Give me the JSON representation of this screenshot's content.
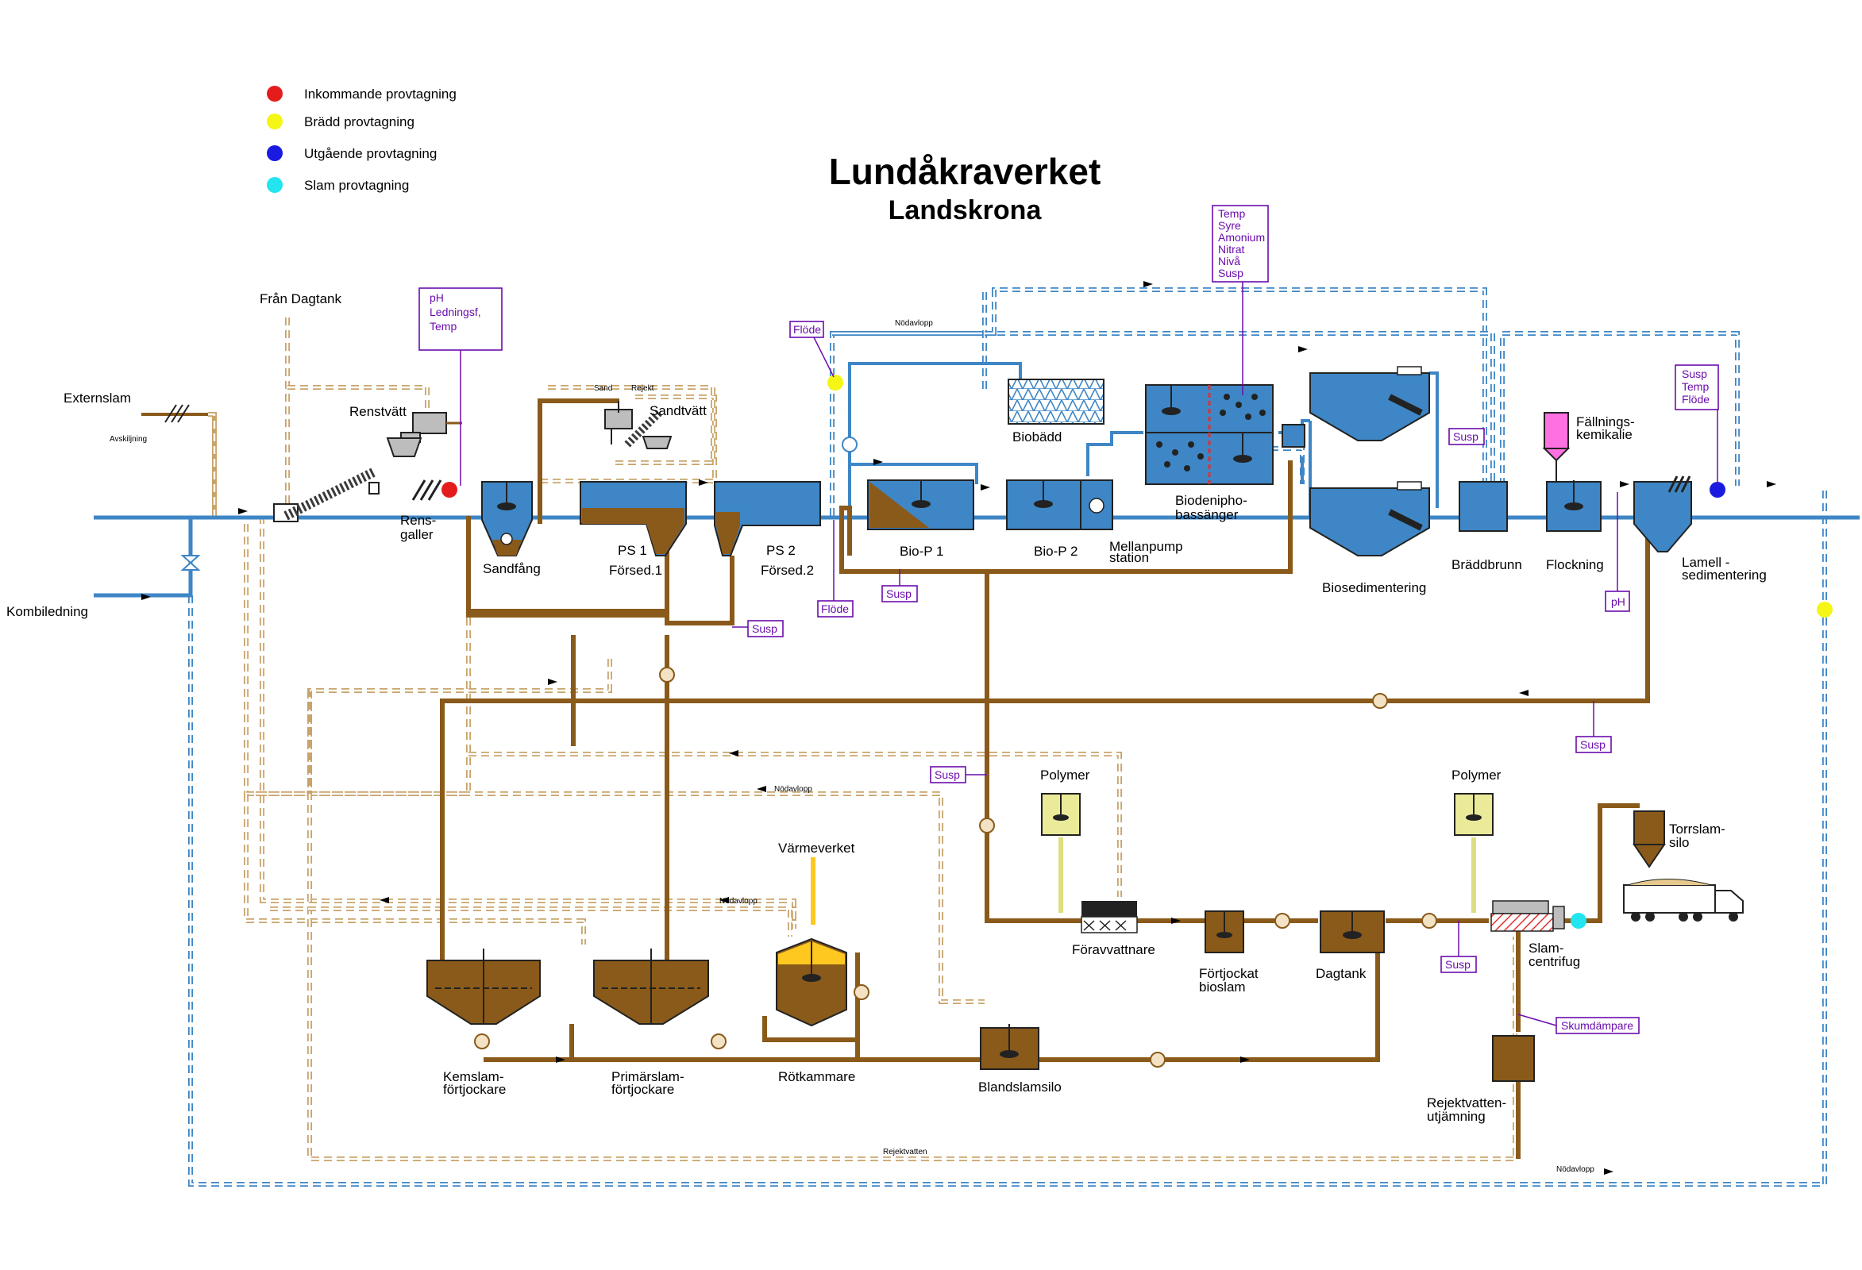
{
  "title": "Lundåkraverket",
  "subtitle": "Landskrona",
  "legend": [
    {
      "label": "Inkommande provtagning",
      "color": "#e51c1c"
    },
    {
      "label": "Brädd provtagning",
      "color": "#f5f516"
    },
    {
      "label": "Utgående provtagning",
      "color": "#1a1ae0"
    },
    {
      "label": "Slam provtagning",
      "color": "#22e5f0"
    }
  ],
  "inlets": {
    "externslam": "Externslam",
    "avskiljning": "Avskiljning",
    "kombiledning": "Kombiledning",
    "fran_dagtank": "Från Dagtank"
  },
  "units": {
    "renstvatt": "Renstvätt",
    "rensgaller": [
      "Rens-",
      "galler"
    ],
    "sandfang": "Sandfång",
    "sand": "Sand",
    "rejekt": "Rejekt",
    "sandtvatt": "Sandtvätt",
    "ps1": [
      "PS 1",
      "Försed.1"
    ],
    "ps2": [
      "PS 2",
      "Försed.2"
    ],
    "biobadd": "Biobädd",
    "biop1": "Bio-P 1",
    "biop2": "Bio-P 2",
    "mellanpump": [
      "Mellanpump",
      "station"
    ],
    "biodenipho": [
      "Biodenipho-",
      "bassänger"
    ],
    "biosedimentering": "Biosedimentering",
    "braddbrunn": "Bräddbrunn",
    "flockning": "Flockning",
    "fallningskemikalie": [
      "Fällnings-",
      "kemikalie"
    ],
    "lamell": [
      "Lamell -",
      "sedimentering"
    ],
    "polymer1": "Polymer",
    "polymer2": "Polymer",
    "foravvattnare": "Föravvattnare",
    "fortjockat_bioslam": [
      "Förtjockat",
      "bioslam"
    ],
    "dagtank": "Dagtank",
    "slamcentrifug": [
      "Slam-",
      "centrifug"
    ],
    "torrslamsilo": [
      "Torrslam-",
      "silo"
    ],
    "varmeverket": "Värmeverket",
    "kemslam": [
      "Kemslam-",
      "förtjockare"
    ],
    "primarslam": [
      "Primärslam-",
      "förtjockare"
    ],
    "rotkammare": "Rötkammare",
    "blandslamsilo": "Blandslamsilo",
    "rejektvatten_utjamning": [
      "Rejektvatten-",
      "utjämning"
    ]
  },
  "flow_notes": {
    "nodavlopp": "Nödavlopp",
    "rejektvatten": "Rejektvatten"
  },
  "sensors": {
    "inlet": [
      "pH",
      "Ledningsf,",
      "Temp"
    ],
    "flode_top": "Flöde",
    "flode_low": "Flöde",
    "susp_ps": "Susp",
    "susp_biop": "Susp",
    "biodenipho": [
      "Temp",
      "Syre",
      "Amonium",
      "Nitrat",
      "Nivå",
      "Susp"
    ],
    "susp_bradd": "Susp",
    "outlet": [
      "Susp",
      "Temp",
      "Flöde"
    ],
    "ph_flock": "pH",
    "susp_return": "Susp",
    "susp_bio": "Susp",
    "susp_centrifug": "Susp",
    "skumdampare": "Skumdämpare"
  },
  "colors": {
    "water": "#3e86c5",
    "sludge": "#8a5a1a",
    "sludge_dashed": "#c8a46a",
    "tank_water": "#3e86c5",
    "tank_sludge": "#8a5a1a",
    "polymer": "#eaea99",
    "chemical": "#ff70e0",
    "heat": "#ffc821",
    "sensor": "#6a0dad"
  }
}
